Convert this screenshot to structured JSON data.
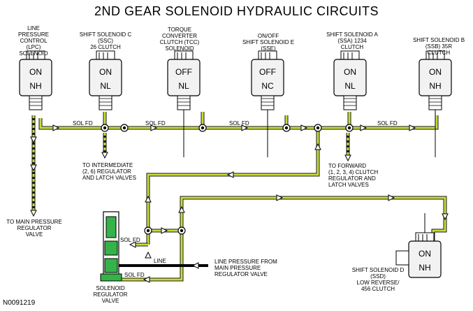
{
  "title": "2ND GEAR SOLENOID HYDRAULIC CIRCUITS",
  "figure_code": "N0091219",
  "solenoids": [
    {
      "id": "lpc",
      "label": [
        "LINE",
        "PRESSURE",
        "CONTROL",
        "(LPC)",
        "SOLENOID"
      ],
      "state": "ON",
      "mode": "NH"
    },
    {
      "id": "ssc",
      "label": [
        "SHIFT SOLENOID C",
        "(SSC)",
        "26 CLUTCH"
      ],
      "state": "ON",
      "mode": "NL"
    },
    {
      "id": "tcc",
      "label": [
        "TORQUE",
        "CONVERTER",
        "CLUTCH (TCC)",
        "SOLENOID"
      ],
      "state": "OFF",
      "mode": "NL"
    },
    {
      "id": "sse",
      "label": [
        "ON/OFF",
        "SHIFT SOLENOID E",
        "(SSE)"
      ],
      "state": "OFF",
      "mode": "NC"
    },
    {
      "id": "ssa",
      "label": [
        "SHIFT SOLENOID A",
        "(SSA) 1234",
        "CLUTCH"
      ],
      "state": "ON",
      "mode": "NL"
    },
    {
      "id": "ssb",
      "label": [
        "SHIFT SOLENOID B",
        "(SSB) 35R",
        "CLUTCH"
      ],
      "state": "ON",
      "mode": "NH"
    },
    {
      "id": "ssd",
      "label": [
        "SHIFT SOLENOID D",
        "(SSD)",
        "LOW REVERSE/",
        "456 CLUTCH"
      ],
      "state": "ON",
      "mode": "NH"
    }
  ],
  "line_labels": {
    "sol_fd": "SOL FD",
    "line": "LINE"
  },
  "callouts": {
    "intermediate": [
      "TO INTERMEDIATE",
      "(2, 6) REGULATOR",
      "AND LATCH VALVES"
    ],
    "main_pressure": [
      "TO MAIN PRESSURE",
      "REGULATOR",
      "VALVE"
    ],
    "forward": [
      "TO FORWARD",
      "(1, 2, 3, 4) CLUTCH",
      "REGULATOR AND",
      "LATCH VALVES"
    ],
    "line_pressure": [
      "LINE PRESSURE FROM",
      "MAIN PRESSURE",
      "REGULATOR VALVE"
    ],
    "regulator": [
      "SOLENOID",
      "REGULATOR",
      "VALVE"
    ]
  },
  "colors": {
    "fluid": "#c9dc3b",
    "fluid_edge": "#1a1a1a",
    "valve_green": "#35b34a",
    "line_black": "#000000",
    "body_gray": "#f2f2f2"
  }
}
